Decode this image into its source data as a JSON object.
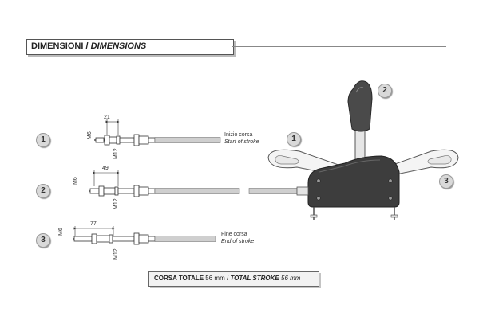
{
  "header": {
    "title_it": "DIMENSIONI / ",
    "title_en": "DIMENSIONS"
  },
  "positions": [
    {
      "number": "1",
      "offset_dim": "21",
      "thread_small": "M6",
      "thread_large": "M12",
      "note_it": "Inizio corsa",
      "note_en": "Start of stroke"
    },
    {
      "number": "2",
      "offset_dim": "49",
      "thread_small": "M6",
      "thread_large": "M12"
    },
    {
      "number": "3",
      "offset_dim": "77",
      "thread_small": "M6",
      "thread_large": "M12",
      "note_it": "Fine corsa",
      "note_en": "End of stroke"
    }
  ],
  "lever_labels": [
    "1",
    "2",
    "3"
  ],
  "stroke": {
    "label_it": "CORSA TOTALE",
    "value_it": " 56 mm  / ",
    "label_en": "TOTAL STROKE",
    "value_en": " 56 mm"
  },
  "colors": {
    "cable": "#b0b0b0",
    "housing": "#3d3d3d",
    "outline": "#555555",
    "badge": "#d9d9d9"
  }
}
